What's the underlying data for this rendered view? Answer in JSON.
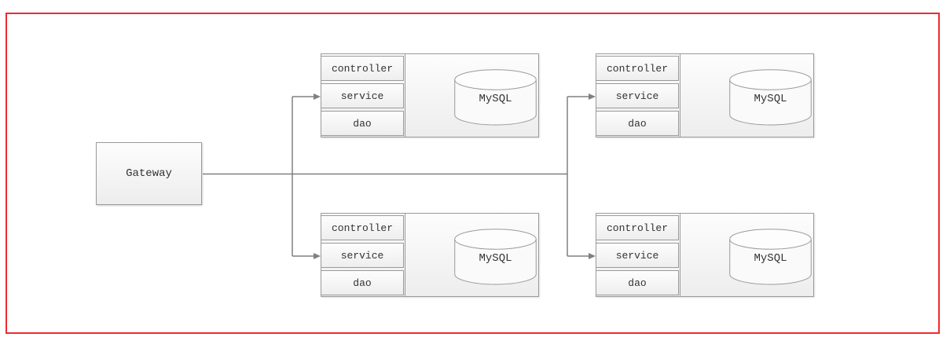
{
  "colors": {
    "frame_border": "#ed2b2f",
    "connector": "#808080",
    "box_border": "#9a9a9a",
    "text": "#333333"
  },
  "diagram": {
    "gateway": {
      "label": "Gateway"
    },
    "services": [
      {
        "layers": [
          "controller",
          "service",
          "dao"
        ],
        "database": {
          "label": "MySQL"
        }
      },
      {
        "layers": [
          "controller",
          "service",
          "dao"
        ],
        "database": {
          "label": "MySQL"
        }
      },
      {
        "layers": [
          "controller",
          "service",
          "dao"
        ],
        "database": {
          "label": "MySQL"
        }
      },
      {
        "layers": [
          "controller",
          "service",
          "dao"
        ],
        "database": {
          "label": "MySQL"
        }
      }
    ]
  }
}
